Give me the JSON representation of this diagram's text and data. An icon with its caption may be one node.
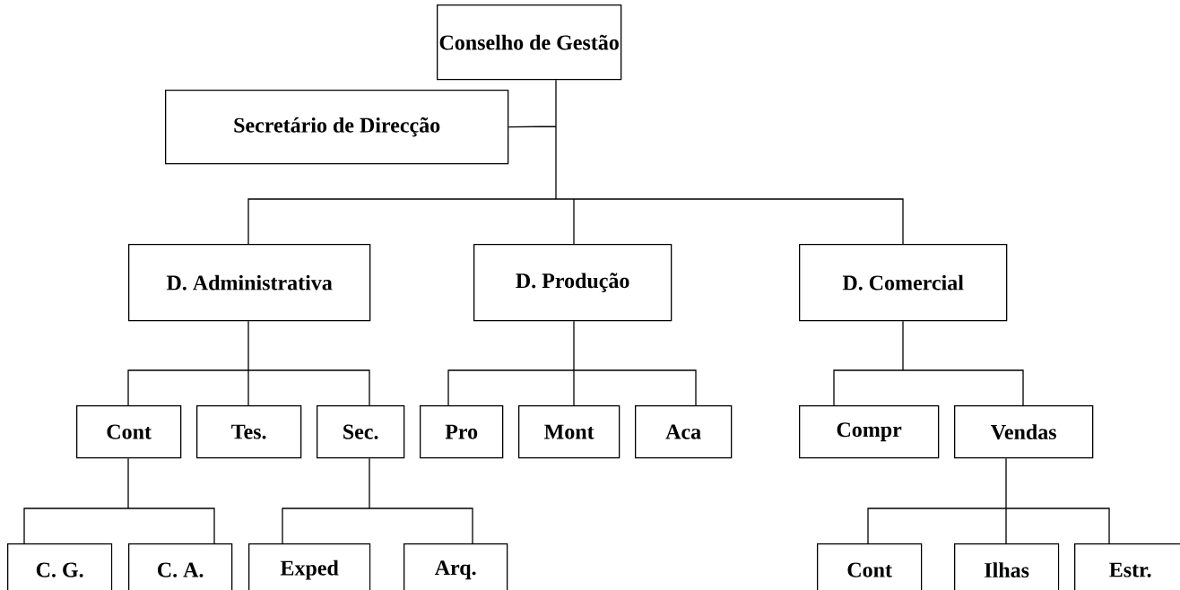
{
  "diagram": {
    "nodes": [
      {
        "text": [
          "Conselho de Gestão"
        ]
      },
      {
        "text": [
          "Secretário de Direcção"
        ]
      },
      {
        "text": [
          "D. Administrativa"
        ]
      },
      {
        "text": [
          "D. Produção"
        ]
      },
      {
        "text": [
          "D. Comercial"
        ]
      },
      {
        "text": [
          "Cont"
        ]
      },
      {
        "text": [
          "Tes."
        ]
      },
      {
        "text": [
          "Sec."
        ]
      },
      {
        "text": [
          "Pro"
        ]
      },
      {
        "text": [
          "Mont"
        ]
      },
      {
        "text": [
          "Aca"
        ]
      },
      {
        "text": [
          "Compr"
        ]
      },
      {
        "text": [
          "Vendas"
        ]
      },
      {
        "text": [
          "C. G."
        ]
      },
      {
        "text": [
          "C. A."
        ]
      },
      {
        "text": [
          "Exped"
        ]
      },
      {
        "text": [
          "Arq."
        ]
      },
      {
        "text": [
          "Cont"
        ]
      },
      {
        "text": [
          "Ilhas"
        ]
      },
      {
        "text": [
          "Estr."
        ]
      }
    ],
    "edges": [
      {
        "from": 0,
        "to": 1,
        "arrow": "none"
      },
      {
        "from": 0,
        "to": 2,
        "arrow": "none"
      },
      {
        "from": 0,
        "to": 3,
        "arrow": "none"
      },
      {
        "from": 0,
        "to": 4,
        "arrow": "none"
      },
      {
        "from": 2,
        "to": 5,
        "arrow": "none"
      },
      {
        "from": 2,
        "to": 6,
        "arrow": "none"
      },
      {
        "from": 2,
        "to": 7,
        "arrow": "none"
      },
      {
        "from": 3,
        "to": 8,
        "arrow": "none"
      },
      {
        "from": 3,
        "to": 9,
        "arrow": "none"
      },
      {
        "from": 3,
        "to": 10,
        "arrow": "none"
      },
      {
        "from": 4,
        "to": 11,
        "arrow": "none"
      },
      {
        "from": 4,
        "to": 12,
        "arrow": "none"
      },
      {
        "from": 5,
        "to": 13,
        "arrow": "none"
      },
      {
        "from": 5,
        "to": 14,
        "arrow": "none"
      },
      {
        "from": 7,
        "to": 15,
        "arrow": "none"
      },
      {
        "from": 7,
        "to": 16,
        "arrow": "none"
      },
      {
        "from": 12,
        "to": 17,
        "arrow": "none"
      },
      {
        "from": 12,
        "to": 18,
        "arrow": "none"
      },
      {
        "from": 12,
        "to": 19,
        "arrow": "none"
      }
    ]
  }
}
